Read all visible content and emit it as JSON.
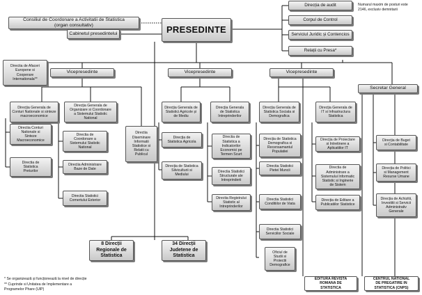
{
  "top_note": "Numarul maxim de posturi este\n2146, exclusiv demnitarii",
  "president": "PRESEDINTE",
  "council": "Consiliul de Coordonare a Activitatii de Statistica\n(organ consultativ)",
  "cabinet": "Cabinetul presedintelui",
  "right_units": [
    "Direcția de audit",
    "Corpul de Control",
    "Serviciul Juridic și Contencios",
    "Relații cu Presa*"
  ],
  "eu_affairs": "Directia de Afaceri\nEuropene si\nCooperare\nInternationala**",
  "vp_labels": [
    "Vicepresedinte",
    "Vicepresedinte",
    "Vicepresedinte"
  ],
  "secretary": "Secretar General",
  "vp1": {
    "gd_a": "Direcția Generala de\nConturi Nationale si sinteze\nmacroeconomice",
    "gd_a_units": [
      "Directia Conturi\nNationale si\nSinteze\nMacroeconomice",
      "Directia de\nStatistica\nPreturilor"
    ],
    "gd_b": "Direcția Generala de\nOrganizare si Coordonare\na Sistemului Statistic\nNational",
    "gd_b_units": [
      "Directia de\nCoordonare a\nSistemului Statistic\nNational",
      "Directia Administrare\nBaze de Date",
      "Directia Statistici\nComertului Exterior"
    ],
    "dissemination": "Directia\nDiseminare\nInformatii\nStatistice si\nRelatii cu\nPublicul"
  },
  "vp2": {
    "gd_a": "Direcția Generala de\nStatistici Agricole și\nde Mediu",
    "gd_a_units": [
      "Direcția de\nStatistica Agricola",
      "Direcția de Statistica\nSilviculturii si\nMediului"
    ],
    "gd_b": "Direcția Generala\nde Statistica\nIntreprinderilor",
    "gd_b_units": [
      "Directia de\nStatistica a\nIndicatorilor\nEconomici pe\nTermen Scurt",
      "Directia Statistici\nStructurale ale\nIntreprinderii",
      "Directia Registrului\nStatistic al\nIntreprinderilor"
    ]
  },
  "vp3": {
    "gd_a": "Direcția Generala de\nStatistica Sociala si\nDemografica",
    "gd_a_units": [
      "Direcția de Statistica\nDemografica si\nRecensamantul\nPopulatiei",
      "Directia Statistici\nPietei Muncii",
      "Directia Statistici\nConditiilor de Viata",
      "Directia Statistici\nServiciilor Sociale",
      "Oficiul de\nStudii si\nProiectii\nDemografice"
    ],
    "gd_b": "Direcția Generala de\nIT si Infrastructura\nStatistica",
    "gd_b_units": [
      "Direcția de Proiectare\nsi Intretinere a\nAplicatiilor IT",
      "Directia de\nAdministrare a\nSistemului Informatic\nStatistic si Inginerie\nde Sistem",
      "Direcția de Editare a\nPublicatiilor Statistice"
    ]
  },
  "sg_units": [
    "Direcția de Buget\nsi Contabilitate",
    "Direcția de Politici\nsi Management\nResurse Umane",
    "Direcția de Achizitii,\nInvestitii si Servicii\nAdministrativ\nGenerale"
  ],
  "regional": "8 Direcții\nRegionale de\nStatistica",
  "county": "34 Direcții\nJudetene de\nStatistica",
  "magazine": "EDITURA REVISTA\nROMANA DE\nSTATISTICA",
  "training": "CENTRUL NATIONAL\nDE PREGATIRE IN\nSTATISTICA (CNPS)",
  "footnotes": [
    "* Se organizează și funcționează la nivel de direcție",
    "** Cuprinde si Unitatea de Implementare a\nProgramelor Phare (UIP)"
  ]
}
